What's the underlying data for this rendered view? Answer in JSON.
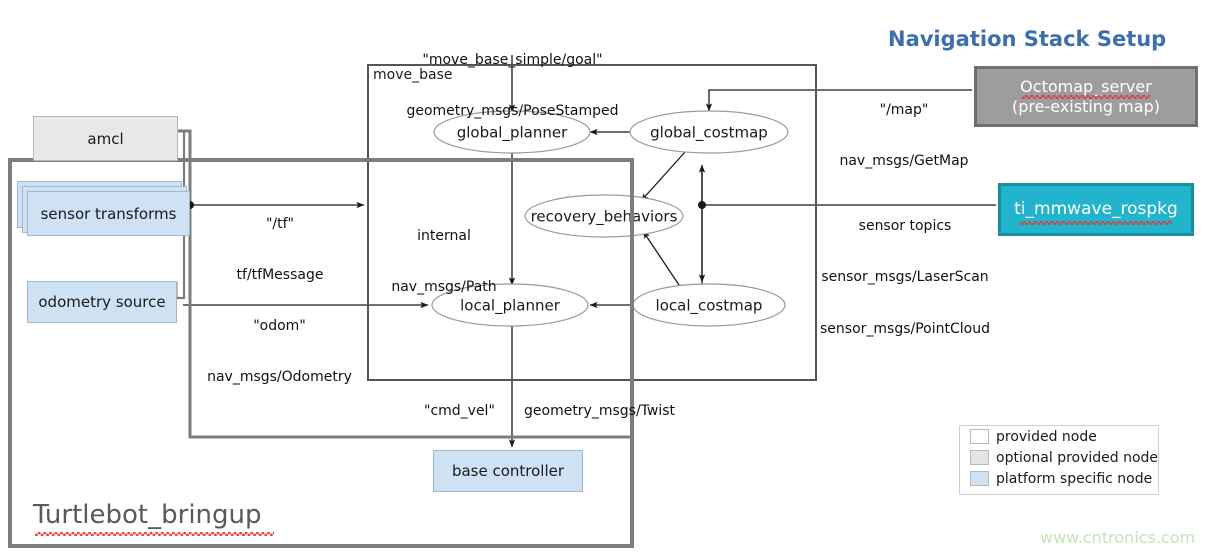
{
  "title": "Navigation Stack Setup",
  "containers": {
    "move_base": {
      "label": "move_base"
    },
    "turtlebot_bringup": {
      "label": "Turtlebot_bringup"
    }
  },
  "move_base_nodes": [
    {
      "id": "global_planner",
      "label": "global_planner"
    },
    {
      "id": "global_costmap",
      "label": "global_costmap"
    },
    {
      "id": "recovery_behaviors",
      "label": "recovery_behaviors"
    },
    {
      "id": "local_planner",
      "label": "local_planner"
    },
    {
      "id": "local_costmap",
      "label": "local_costmap"
    }
  ],
  "left_nodes": [
    {
      "id": "amcl",
      "label": "amcl",
      "style": "optional-provided"
    },
    {
      "id": "sensor_transforms",
      "label": "sensor transforms",
      "style": "platform-specific"
    },
    {
      "id": "odometry_source",
      "label": "odometry source",
      "style": "platform-specific"
    },
    {
      "id": "base_controller",
      "label": "base controller",
      "style": "platform-specific"
    }
  ],
  "external_nodes": [
    {
      "id": "octomap_server",
      "line1": "Octomap_server",
      "line2": "(pre-existing  map)",
      "color": "#9d9d9d"
    },
    {
      "id": "ti_mmwave_rospkg",
      "line1": "ti_mmwave_rospkg",
      "line2": "",
      "color": "#22b4cc"
    }
  ],
  "edge_labels": {
    "goal": {
      "topic": "\"move_base_simple/goal\"",
      "type": "geometry_msgs/PoseStamped"
    },
    "tf": {
      "topic": "\"/tf\"",
      "type": "tf/tfMessage"
    },
    "odom": {
      "topic": "\"odom\"",
      "type": "nav_msgs/Odometry"
    },
    "map": {
      "topic": "\"/map\"",
      "type": "nav_msgs/GetMap"
    },
    "sensor": {
      "topic": "sensor topics",
      "type1": "sensor_msgs/LaserScan",
      "type2": "sensor_msgs/PointCloud"
    },
    "internal": {
      "topic": "internal",
      "type": "nav_msgs/Path"
    },
    "cmd_vel": {
      "topic": "\"cmd_vel\"",
      "type": "geometry_msgs/Twist"
    }
  },
  "legend": {
    "items": [
      {
        "swatch": "white",
        "label": "provided node"
      },
      {
        "swatch": "gray",
        "label": "optional provided node"
      },
      {
        "swatch": "blue",
        "label": "platform specific node"
      }
    ]
  },
  "watermark": "www.cntronics.com",
  "colors": {
    "title": "#3d6fae",
    "platform_specific": "#cfe2f3",
    "optional_provided": "#e8e8e8",
    "octomap": "#9d9d9d",
    "mmwave": "#22b4cc",
    "watermark": "#c6e3b8",
    "spellcheck": "#e23b3b"
  }
}
